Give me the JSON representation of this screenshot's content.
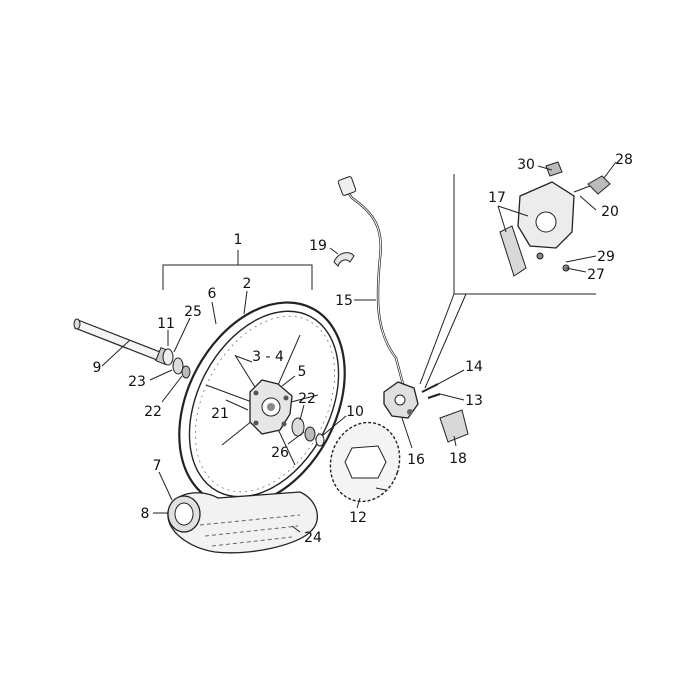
{
  "diagram": {
    "callouts": {
      "c1": "1",
      "c2": "2",
      "c34": "3 - 4",
      "c5": "5",
      "c6": "6",
      "c7": "7",
      "c8": "8",
      "c9": "9",
      "c10": "10",
      "c11": "11",
      "c12": "12",
      "c13": "13",
      "c14": "14",
      "c15": "15",
      "c16": "16",
      "c17": "17",
      "c18": "18",
      "c19": "19",
      "c20": "20",
      "c21": "21",
      "c22a": "22",
      "c22b": "22",
      "c23": "23",
      "c24": "24",
      "c25": "25",
      "c26": "26",
      "c27": "27",
      "c28": "28",
      "c29": "29",
      "c30": "30"
    }
  }
}
